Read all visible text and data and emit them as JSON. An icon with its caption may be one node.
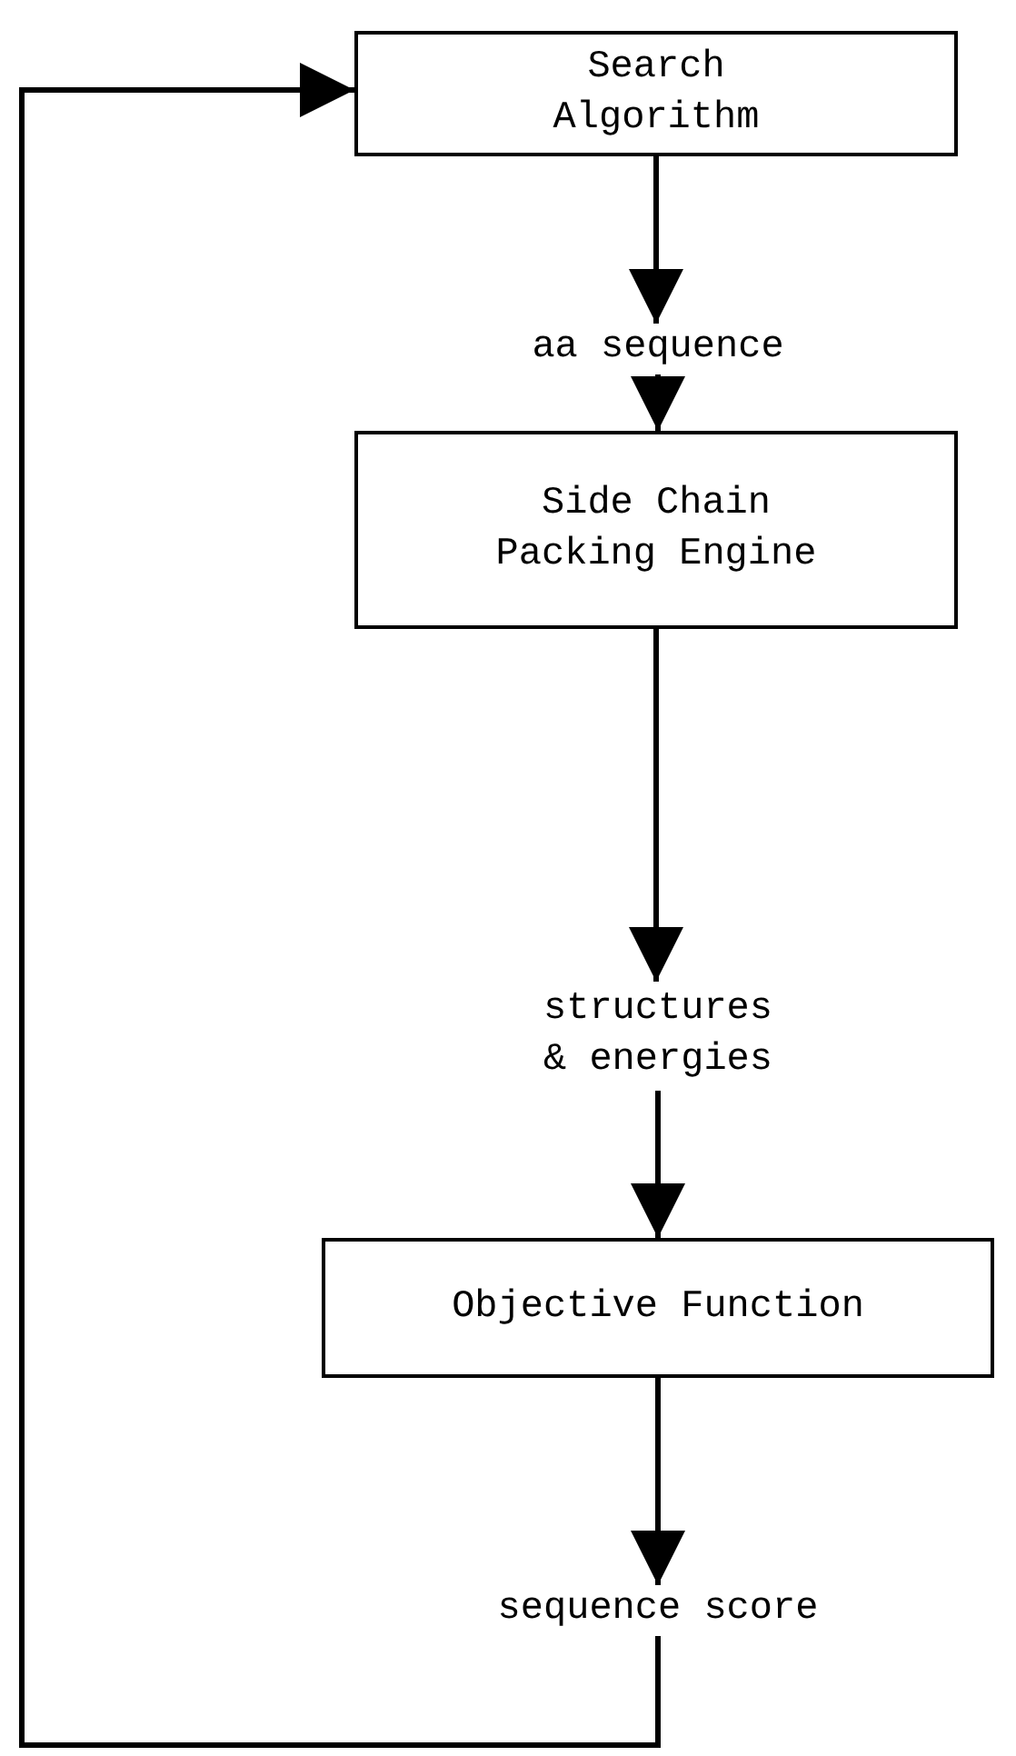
{
  "diagram": {
    "nodes": [
      {
        "text": [
          "Search Algorithm"
        ]
      },
      {
        "text": [
          "aa sequence"
        ]
      },
      {
        "text": [
          "Side Chain Packing Engine"
        ]
      },
      {
        "text": [
          "structures & energies"
        ]
      },
      {
        "text": [
          "Objective Function"
        ]
      },
      {
        "text": [
          "sequence score"
        ]
      }
    ],
    "edges": [
      {
        "from": 0,
        "to": 1,
        "arrow": "to"
      },
      {
        "from": 1,
        "to": 2,
        "arrow": "to"
      },
      {
        "from": 2,
        "to": 3,
        "arrow": "to"
      },
      {
        "from": 3,
        "to": 4,
        "arrow": "to"
      },
      {
        "from": 4,
        "to": 5,
        "arrow": "to"
      },
      {
        "from": 5,
        "to": 0,
        "arrow": "to"
      }
    ]
  }
}
